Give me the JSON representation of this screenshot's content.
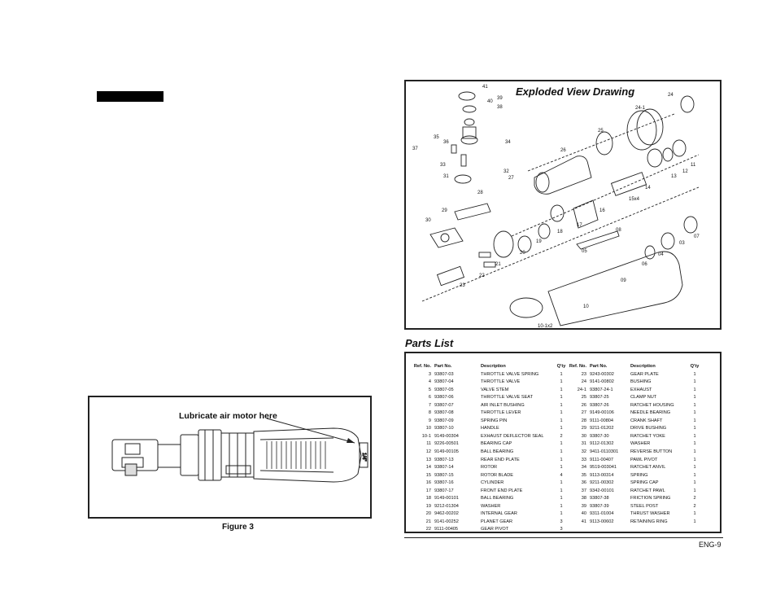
{
  "figure3": {
    "callout": "Lubricate air motor here",
    "caption": "Figure 3"
  },
  "exploded_view": {
    "title": "Exploded View Drawing",
    "labels": [
      "41",
      "39",
      "40",
      "38",
      "35",
      "34",
      "36",
      "37",
      "33",
      "32",
      "31",
      "24",
      "24-1",
      "25",
      "26",
      "27",
      "28",
      "29",
      "30",
      "11",
      "12",
      "13",
      "14",
      "15x4",
      "16",
      "17",
      "18",
      "19",
      "20",
      "21",
      "22",
      "23",
      "07",
      "08",
      "03",
      "04",
      "05",
      "06",
      "09",
      "10",
      "10-1x2"
    ]
  },
  "parts_list": {
    "heading": "Parts List",
    "headers": [
      "Ref. No.",
      "Part No.",
      "Description",
      "Q'ty",
      "Ref. No.",
      "Part No.",
      "Description",
      "Q'ty"
    ],
    "rows": [
      [
        "3",
        "93807-03",
        "THROTTLE VALVE SPRING",
        "1",
        "23",
        "9243-00302",
        "GEAR PLATE",
        "1"
      ],
      [
        "4",
        "93807-04",
        "THROTTLE VALVE",
        "1",
        "24",
        "9141-00802",
        "BUSHING",
        "1"
      ],
      [
        "5",
        "93807-05",
        "VALVE STEM",
        "1",
        "24-1",
        "93807-24-1",
        "EXHAUST",
        "1"
      ],
      [
        "6",
        "93807-06",
        "THROTTLE VALVE SEAT",
        "1",
        "25",
        "93807-25",
        "CLAMP NUT",
        "1"
      ],
      [
        "7",
        "93807-07",
        "AIR INLET BUSHING",
        "1",
        "26",
        "93807-26",
        "RATCHET HOUSING",
        "1"
      ],
      [
        "8",
        "93807-08",
        "THROTTLE LEVER",
        "1",
        "27",
        "9149-00106",
        "NEEDLE BEARING",
        "1"
      ],
      [
        "9",
        "93807-09",
        "SPRING PIN",
        "1",
        "28",
        "9111-00804",
        "CRANK SHAFT",
        "1"
      ],
      [
        "10",
        "93807-10",
        "HANDLE",
        "1",
        "29",
        "9211-01202",
        "DRIVE BUSHING",
        "1"
      ],
      [
        "10-1",
        "9149-00304",
        "EXHAUST DEFLECTOR SEAL",
        "2",
        "30",
        "93807-30",
        "RATCHET YOKE",
        "1"
      ],
      [
        "11",
        "9226-00501",
        "BEARING CAP",
        "1",
        "31",
        "9112-01302",
        "WASHER",
        "1"
      ],
      [
        "12",
        "9149-00105",
        "BALL BEARING",
        "1",
        "32",
        "9411-0110301",
        "REVERSE BUTTON",
        "1"
      ],
      [
        "13",
        "93807-13",
        "REAR END PLATE",
        "1",
        "33",
        "9111-00407",
        "PAWL PIVOT",
        "1"
      ],
      [
        "14",
        "93807-14",
        "ROTOR",
        "1",
        "34",
        "9519-003041",
        "RATCHET ANVIL",
        "1"
      ],
      [
        "15",
        "93807-15",
        "ROTOR BLADE",
        "4",
        "35",
        "9113-00314",
        "SPRING",
        "1"
      ],
      [
        "16",
        "93807-16",
        "CYLINDER",
        "1",
        "36",
        "9211-00302",
        "SPRING CAP",
        "1"
      ],
      [
        "17",
        "93807-17",
        "FRONT END PLATE",
        "1",
        "37",
        "9342-00101",
        "RATCHET PAWL",
        "1"
      ],
      [
        "18",
        "9149-00101",
        "BALL BEARING",
        "1",
        "38",
        "93807-38",
        "FRICTION SPRING",
        "2"
      ],
      [
        "19",
        "9212-01304",
        "WASHER",
        "1",
        "39",
        "93807-39",
        "STEEL POST",
        "2"
      ],
      [
        "20",
        "9462-00202",
        "INTERNAL GEAR",
        "1",
        "40",
        "9311-01004",
        "THRUST WASHER",
        "1"
      ],
      [
        "21",
        "9141-00252",
        "PLANET GEAR",
        "3",
        "41",
        "9113-00602",
        "RETAINING RING",
        "1"
      ],
      [
        "22",
        "9111-00405",
        "GEAR PIVOT",
        "3",
        "",
        "",
        "",
        ""
      ]
    ]
  },
  "page_number": "ENG-9"
}
